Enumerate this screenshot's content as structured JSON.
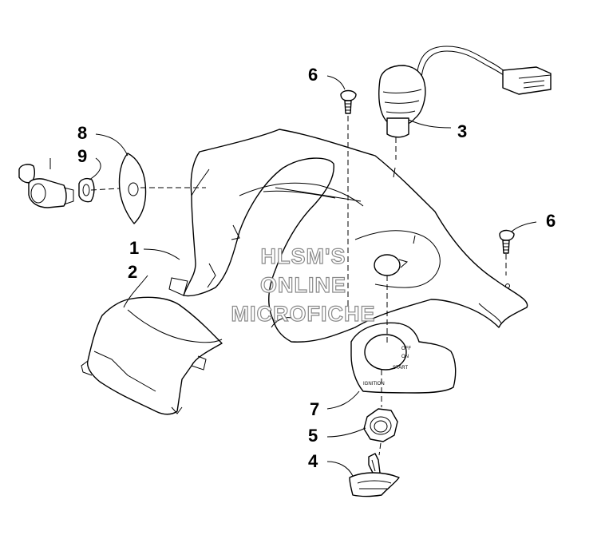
{
  "callouts": {
    "c1": "1",
    "c2": "2",
    "c3": "3",
    "c4": "4",
    "c5": "5",
    "c6a": "6",
    "c6b": "6",
    "c7": "7",
    "c8": "8",
    "c9": "9"
  },
  "watermark": {
    "line1": "HLSM'S",
    "line2": "ONLINE",
    "line3": "MICROFICHE"
  },
  "plate_text": {
    "ignition": "IGNITION",
    "start": "START",
    "on": "ON",
    "off": "OFF"
  }
}
